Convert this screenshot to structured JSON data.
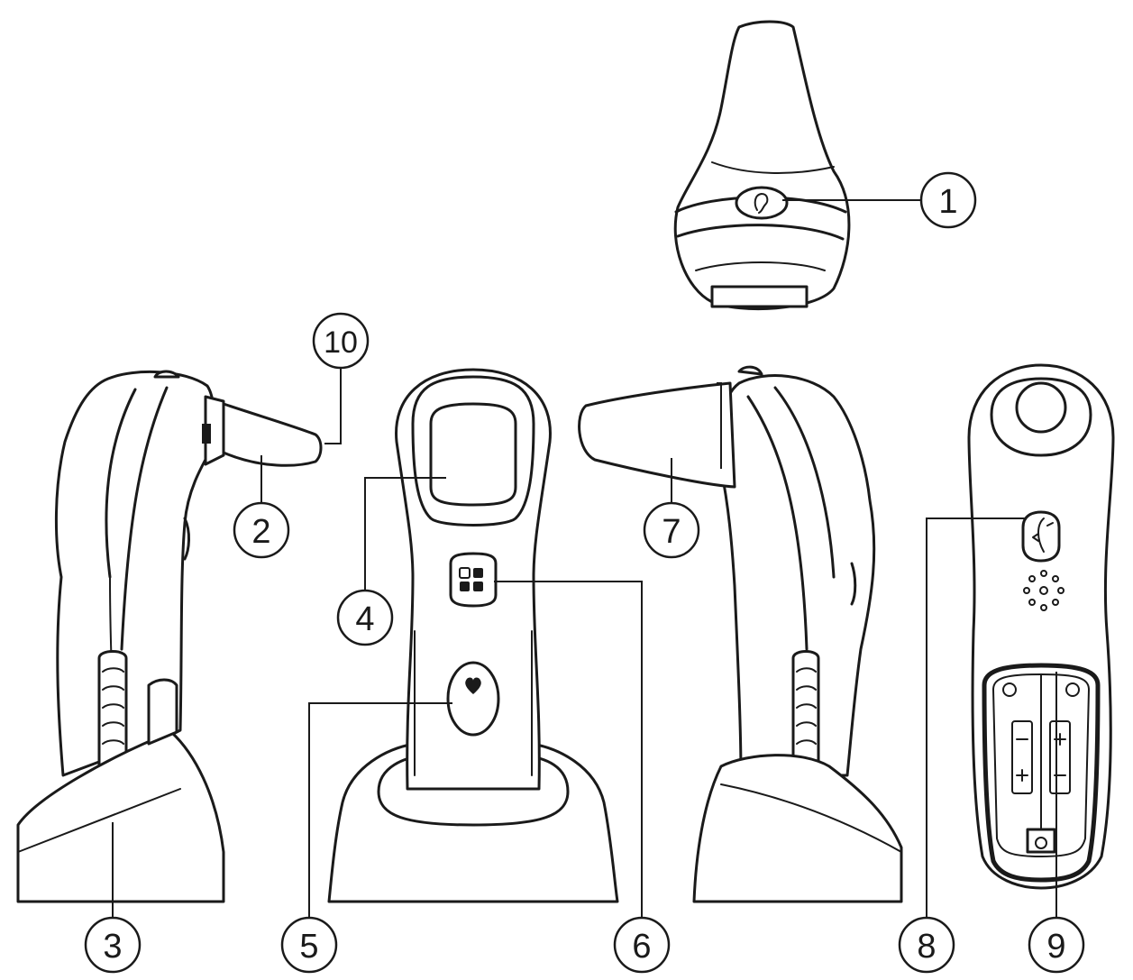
{
  "callouts": {
    "c1": "1",
    "c2": "2",
    "c3": "3",
    "c4": "4",
    "c5": "5",
    "c6": "6",
    "c7": "7",
    "c8": "8",
    "c9": "9",
    "c10": "10"
  },
  "colors": {
    "line": "#1a1a1a",
    "background": "#ffffff"
  },
  "icons": [
    "ear-icon",
    "heart-icon",
    "memory-squares-icon",
    "forehead-face-icon",
    "battery-icon",
    "speaker-holes-icon"
  ]
}
